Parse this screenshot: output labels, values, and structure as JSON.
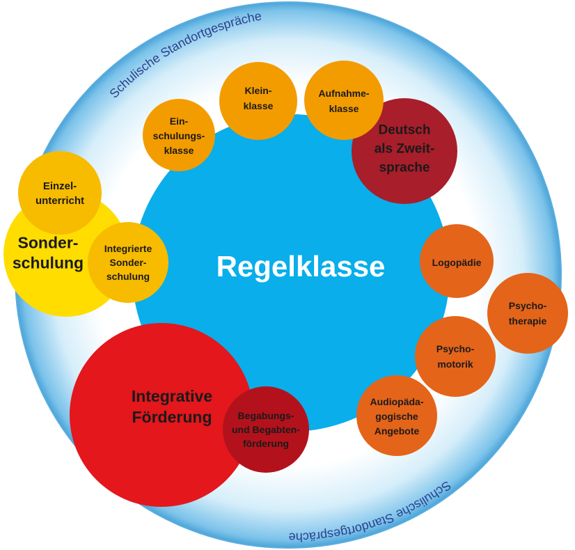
{
  "ring": {
    "arc_top": "Schulische Standortgespräche",
    "arc_bottom": "Schulische Standortgespräche"
  },
  "center": {
    "label": "Regelklasse"
  },
  "bubbles": {
    "einschulungsklasse": {
      "lines": [
        "Ein-",
        "schulungs-",
        "klasse"
      ]
    },
    "kleinklasse": {
      "lines": [
        "Klein-",
        "klasse"
      ]
    },
    "aufnahmeklasse": {
      "lines": [
        "Aufnahme-",
        "klasse"
      ]
    },
    "deutsch": {
      "lines": [
        "Deutsch",
        "als Zweit-",
        "sprache"
      ]
    },
    "einzelunterricht": {
      "lines": [
        "Einzel-",
        "unterricht"
      ]
    },
    "sonderschulung": {
      "lines": [
        "Sonder-",
        "schulung"
      ]
    },
    "integrierte": {
      "lines": [
        "Integrierte",
        "Sonder-",
        "schulung"
      ]
    },
    "logopaedie": {
      "lines": [
        "Logopädie"
      ]
    },
    "psychotherapie": {
      "lines": [
        "Psycho-",
        "therapie"
      ]
    },
    "psychomotorik": {
      "lines": [
        "Psycho-",
        "motorik"
      ]
    },
    "audio": {
      "lines": [
        "Audiopäda-",
        "gogische",
        "Angebote"
      ]
    },
    "integrative": {
      "lines": [
        "Integrative",
        "Förderung"
      ]
    },
    "begabung": {
      "lines": [
        "Begabungs-",
        "und Begabten-",
        "förderung"
      ]
    }
  },
  "colors": {
    "ring_edge": "#4aa3d8",
    "ring_inner": "#e8f5fc",
    "center_blue": "#09aeeb",
    "arc_text": "#2b3f8c",
    "orange_light": "#f39c00",
    "orange_dark": "#e4641a",
    "dark_red": "#a81e2b",
    "yellow": "#ffdd00",
    "yellow_orange": "#f7bb00",
    "red": "#e3171c",
    "deep_red": "#b3121c"
  }
}
